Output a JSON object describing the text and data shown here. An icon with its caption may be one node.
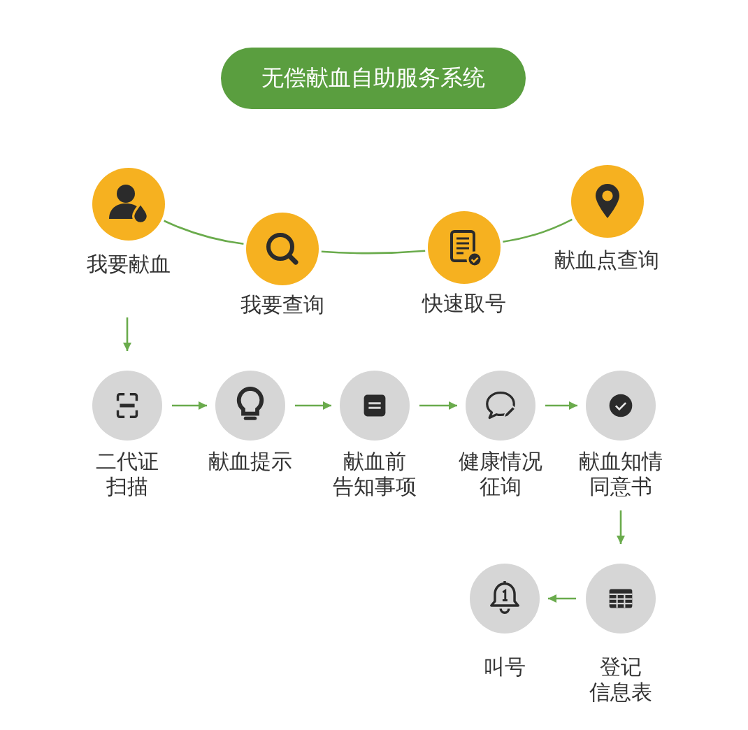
{
  "diagram": {
    "title": "无偿献血自助服务系统",
    "nodes": [
      {
        "text": [
          "我要献血"
        ]
      },
      {
        "text": [
          "我要查询"
        ]
      },
      {
        "text": [
          "快速取号"
        ]
      },
      {
        "text": [
          "献血点查询"
        ]
      },
      {
        "text": [
          "二代证扫描"
        ]
      },
      {
        "text": [
          "献血提示"
        ]
      },
      {
        "text": [
          "献血前告知事项"
        ]
      },
      {
        "text": [
          "健康情况征询"
        ]
      },
      {
        "text": [
          "献血知情同意书"
        ]
      },
      {
        "text": [
          "叫号"
        ]
      },
      {
        "text": [
          "登记信息表"
        ]
      }
    ],
    "edges": [
      {
        "from": 0,
        "to": 1,
        "arrow": "none"
      },
      {
        "from": 1,
        "to": 2,
        "arrow": "none"
      },
      {
        "from": 2,
        "to": 3,
        "arrow": "none"
      },
      {
        "from": 0,
        "to": 4,
        "arrow": "to"
      },
      {
        "from": 4,
        "to": 5,
        "arrow": "to"
      },
      {
        "from": 5,
        "to": 6,
        "arrow": "to"
      },
      {
        "from": 6,
        "to": 7,
        "arrow": "to"
      },
      {
        "from": 7,
        "to": 8,
        "arrow": "to"
      },
      {
        "from": 8,
        "to": 10,
        "arrow": "to"
      },
      {
        "from": 10,
        "to": 9,
        "arrow": "to"
      }
    ]
  }
}
